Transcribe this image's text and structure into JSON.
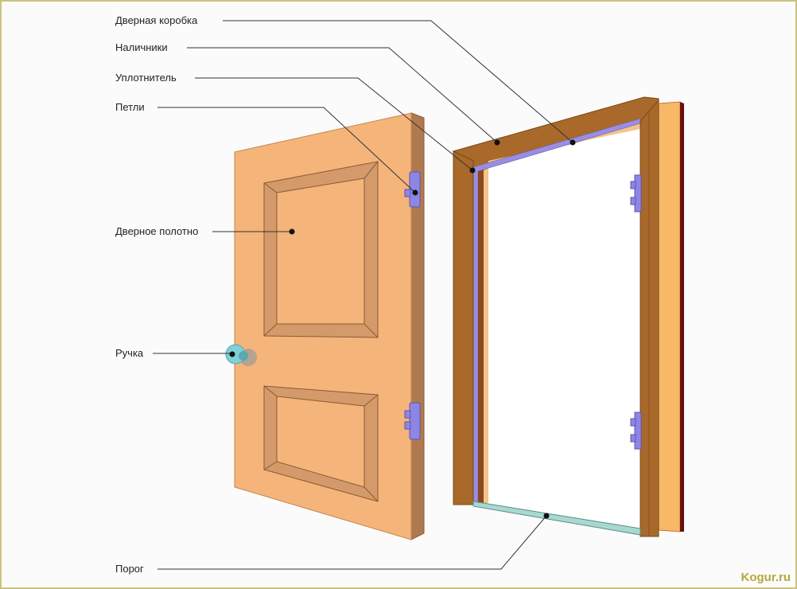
{
  "labels": {
    "frame": "Дверная коробка",
    "casings": "Наличники",
    "seal": "Уплотнитель",
    "hinges": "Петли",
    "door_leaf": "Дверное полотно",
    "handle": "Ручка",
    "threshold": "Порог"
  },
  "watermark": "Kogur.ru",
  "colors": {
    "leaf": "#f5b47a",
    "panel_bevel": "#d49a6a",
    "frame": "#b0702e",
    "frame_dark": "#8a5420",
    "seal": "#9a8ee0",
    "hinge": "#8e86e6",
    "threshold": "#a8d8d2",
    "handle": "#7fd0d8"
  }
}
